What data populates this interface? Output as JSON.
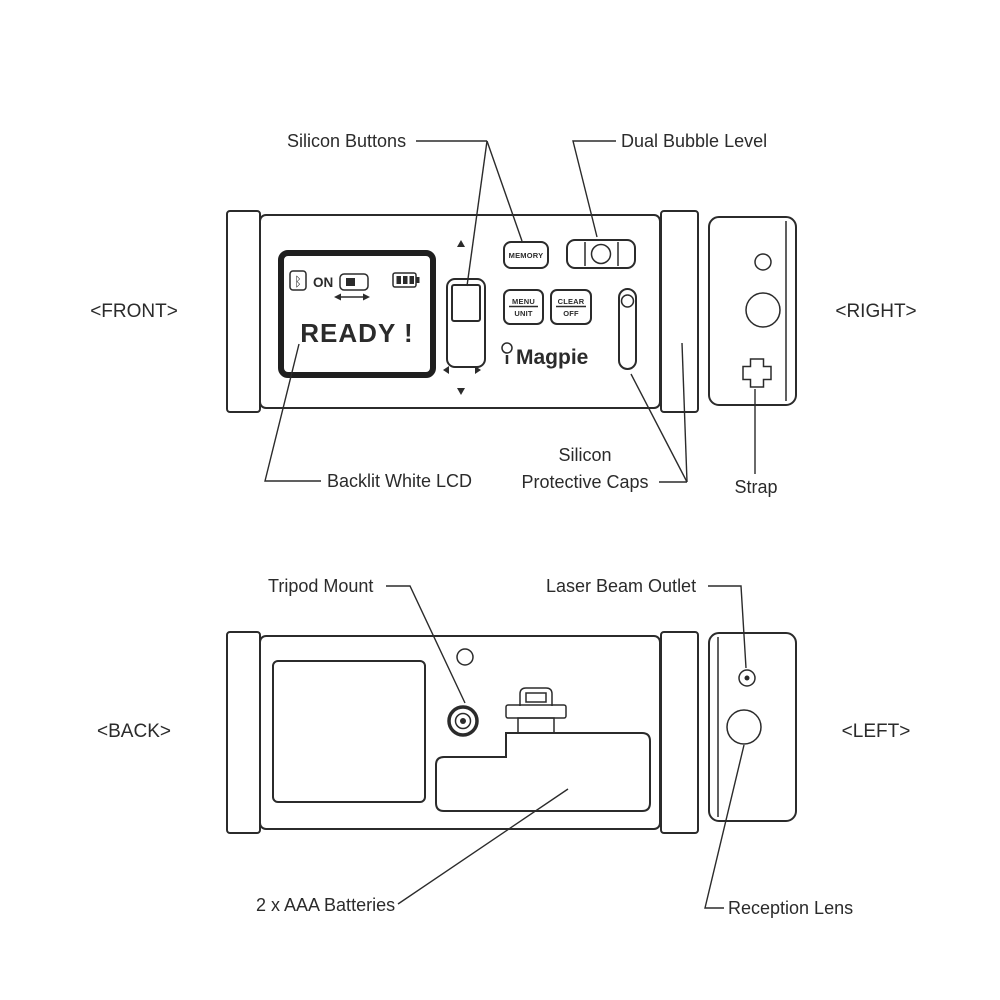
{
  "title": "Laser distance meter labeled parts diagram",
  "colors": {
    "ink": "#2b2b2b",
    "background": "#ffffff"
  },
  "views": {
    "front": {
      "label": "<FRONT>"
    },
    "right": {
      "label": "<RIGHT>"
    },
    "back": {
      "label": "<BACK>"
    },
    "left": {
      "label": "<LEFT>"
    }
  },
  "callouts": {
    "silicon_buttons": "Silicon Buttons",
    "dual_bubble_level": "Dual Bubble Level",
    "backlit_white_lcd": "Backlit White LCD",
    "caps_line1": "Silicon",
    "caps_line2": "Protective Caps",
    "strap": "Strap",
    "tripod_mount": "Tripod Mount",
    "laser_beam_outlet": "Laser Beam Outlet",
    "batteries": "2 x AAA Batteries",
    "reception_lens": "Reception Lens"
  },
  "device": {
    "lcd": {
      "bluetooth_glyph": "ᛒ",
      "power_state": "ON",
      "message": "READY !"
    },
    "buttons": {
      "memory": "MEMORY",
      "menu": "MENU",
      "unit": "UNIT",
      "clear": "CLEAR",
      "off": "OFF"
    },
    "brand": "Magpie"
  },
  "icons": {
    "nav_up": "▲",
    "nav_down": "▼",
    "nav_left": "◀",
    "nav_right": "▶",
    "battery_icon": "battery-level-indicator",
    "bluetooth_icon": "bluetooth-indicator",
    "display_icon": "display-mode-indicator",
    "strap_icon": "strap-hole-cross"
  }
}
